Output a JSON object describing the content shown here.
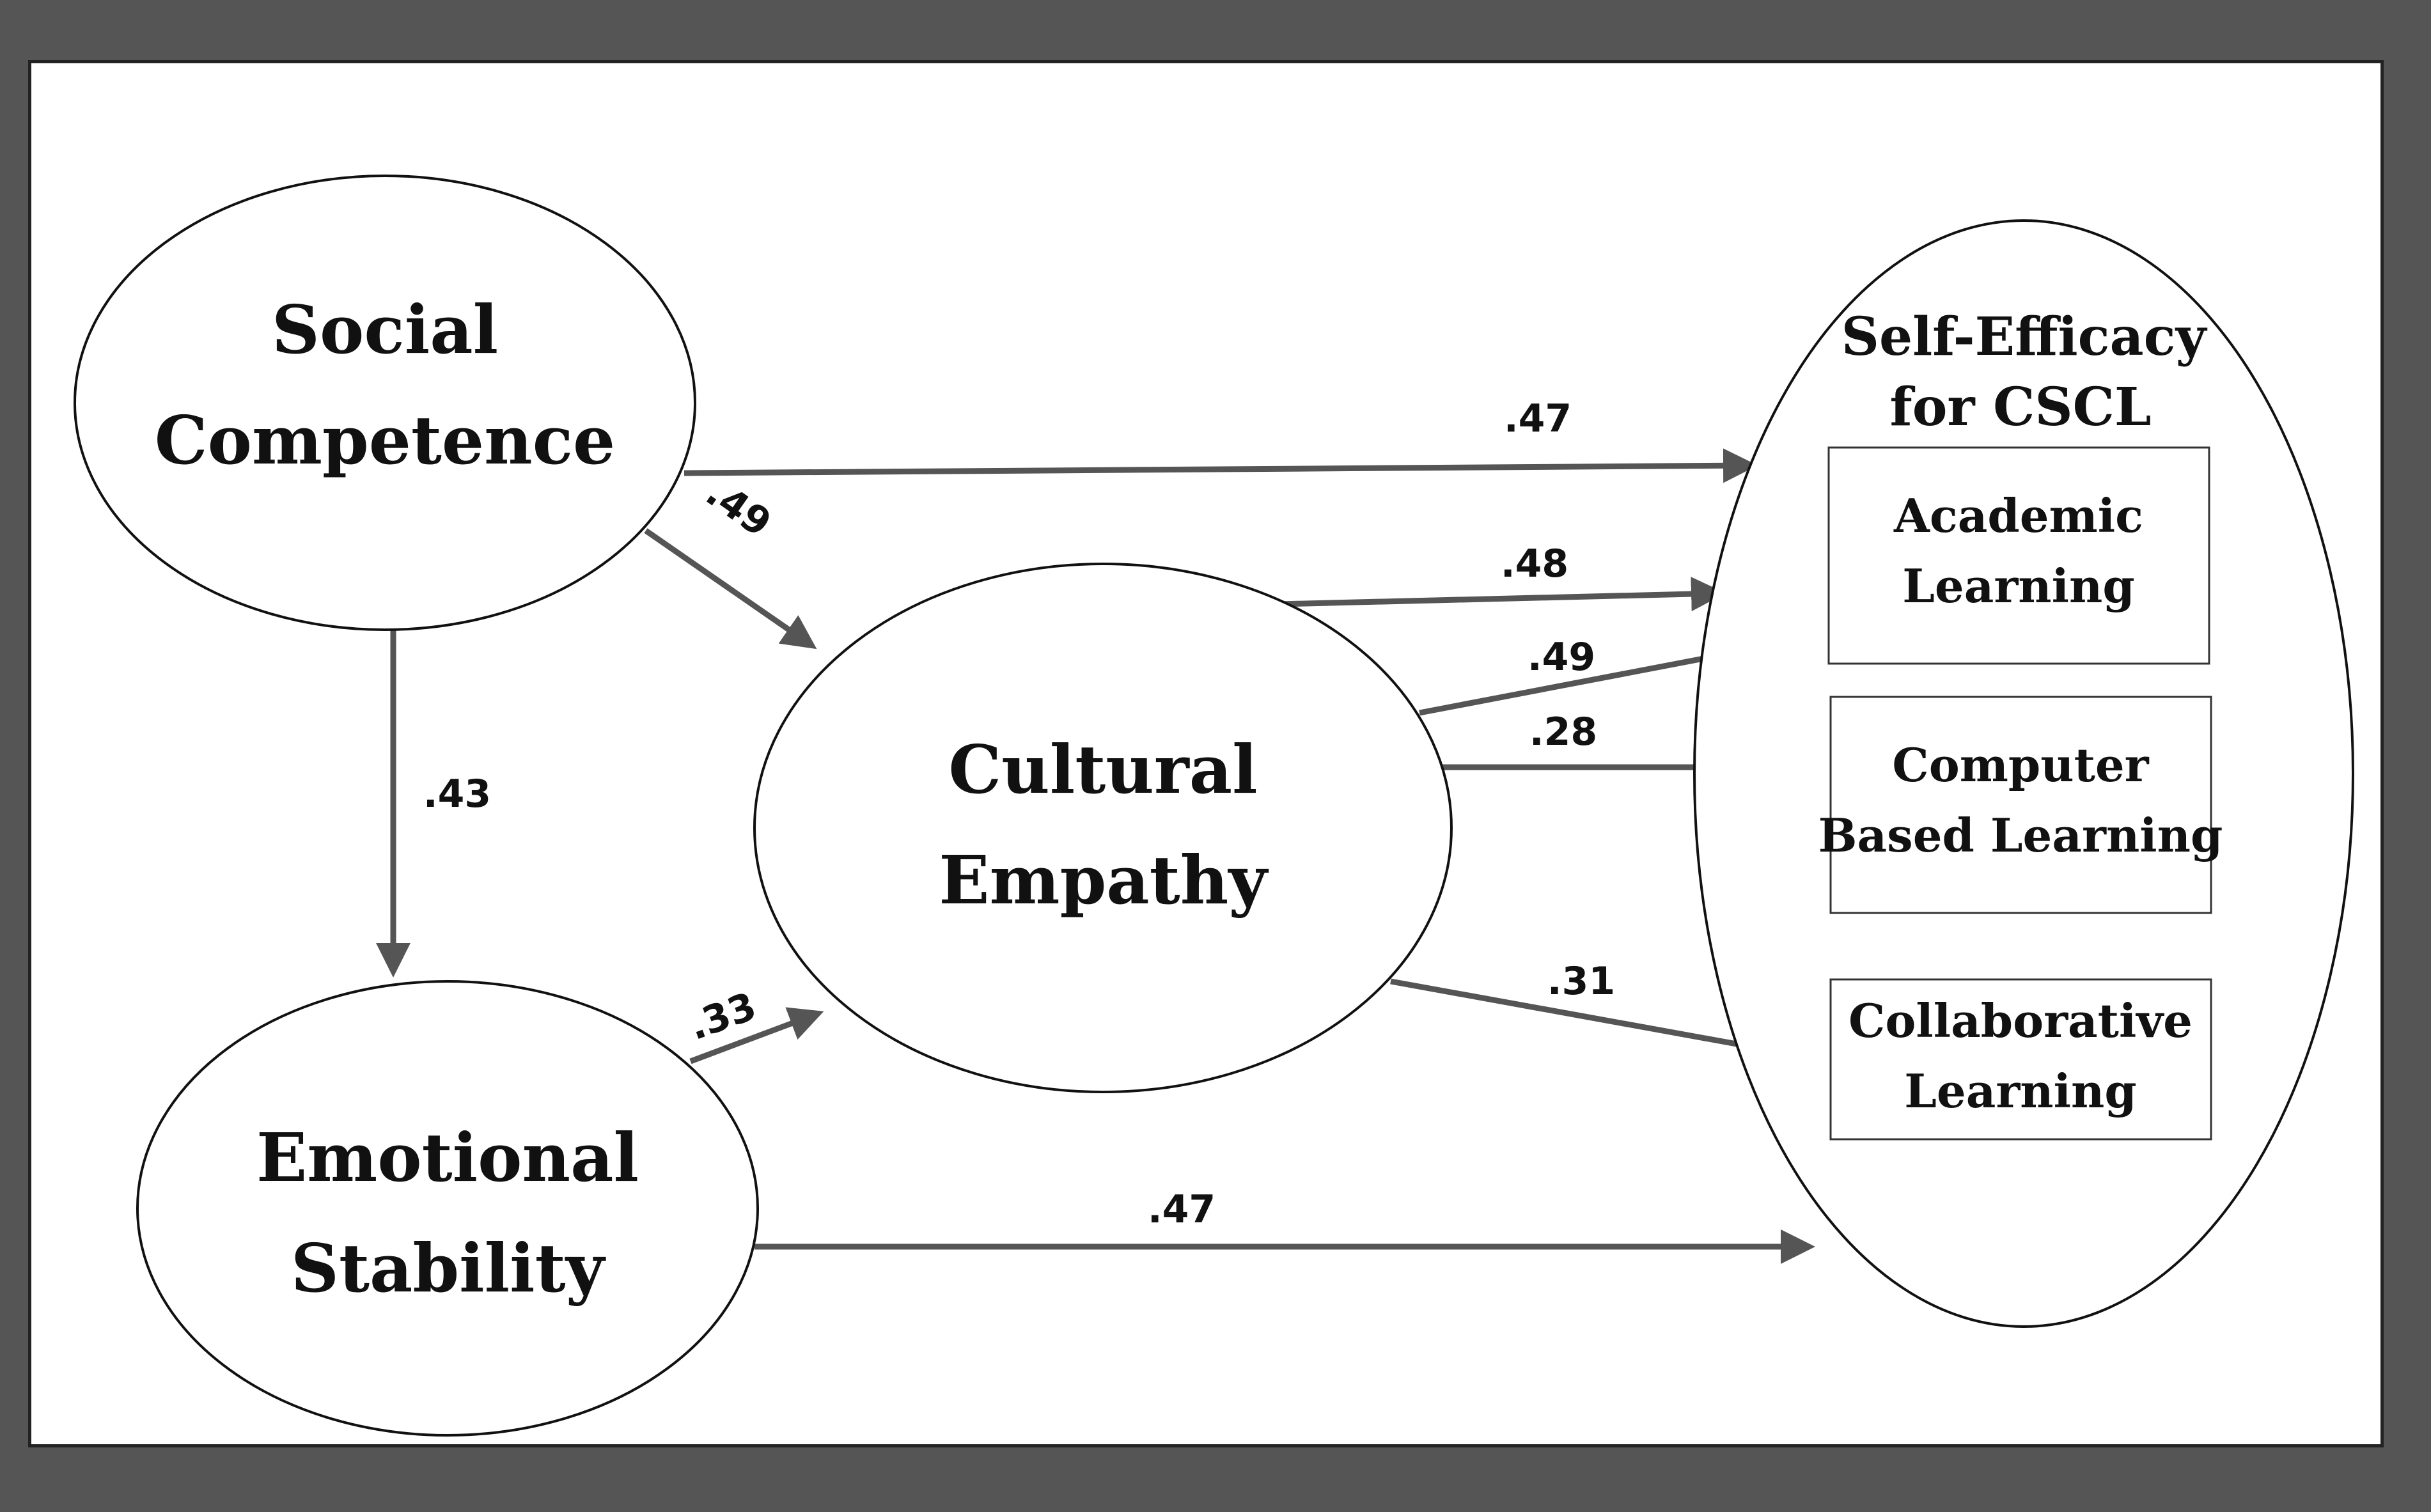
{
  "nodes": {
    "social_competence": {
      "line1": "Social",
      "line2": "Competence"
    },
    "emotional_stability": {
      "line1": "Emotional",
      "line2": "Stability"
    },
    "cultural_empathy": {
      "line1": "Cultural",
      "line2": "Empathy"
    },
    "self_efficacy": {
      "line1": "Self-Efficacy",
      "line2": "for CSCL"
    }
  },
  "sub_boxes": {
    "academic": {
      "line1": "Academic",
      "line2": "Learning"
    },
    "computer": {
      "line1": "Computer",
      "line2": "Based Learning"
    },
    "collaborative": {
      "line1": "Collaborative",
      "line2": "Learning"
    }
  },
  "paths": {
    "sc_to_se": ".47",
    "sc_to_ce": ".49",
    "sc_to_es": ".43",
    "es_to_ce": ".33",
    "es_to_se": ".47",
    "ce_to_se": ".48",
    "ce_to_academic": ".49",
    "ce_to_computer": ".28",
    "ce_to_collaborative": ".31"
  },
  "colors": {
    "background": "#555555",
    "canvas": "#ffffff",
    "arrow": "#555555",
    "text": "#111111"
  }
}
